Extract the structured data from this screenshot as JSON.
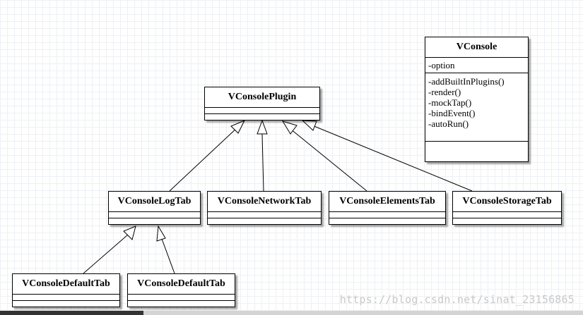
{
  "classes": {
    "vconsole": {
      "name": "VConsole",
      "attributes": [
        "-option"
      ],
      "operations": [
        "-addBuiltInPlugins()",
        "-render()",
        "-mockTap()",
        "-bindEvent()",
        "-autoRun()"
      ]
    },
    "plugin": {
      "name": "VConsolePlugin"
    },
    "log_tab": {
      "name": "VConsoleLogTab"
    },
    "network_tab": {
      "name": "VConsoleNetworkTab"
    },
    "elements_tab": {
      "name": "VConsoleElementsTab"
    },
    "storage_tab": {
      "name": "VConsoleStorageTab"
    },
    "default_tab_1": {
      "name": "VConsoleDefaultTab"
    },
    "default_tab_2": {
      "name": "VConsoleDefaultTab"
    }
  },
  "relations": [
    {
      "type": "generalization",
      "from": "log_tab",
      "to": "plugin"
    },
    {
      "type": "generalization",
      "from": "network_tab",
      "to": "plugin"
    },
    {
      "type": "generalization",
      "from": "elements_tab",
      "to": "plugin"
    },
    {
      "type": "generalization",
      "from": "storage_tab",
      "to": "plugin"
    },
    {
      "type": "generalization",
      "from": "default_tab_1",
      "to": "log_tab"
    },
    {
      "type": "generalization",
      "from": "default_tab_2",
      "to": "log_tab"
    }
  ],
  "watermark": "https://blog.csdn.net/sinat_23156865"
}
